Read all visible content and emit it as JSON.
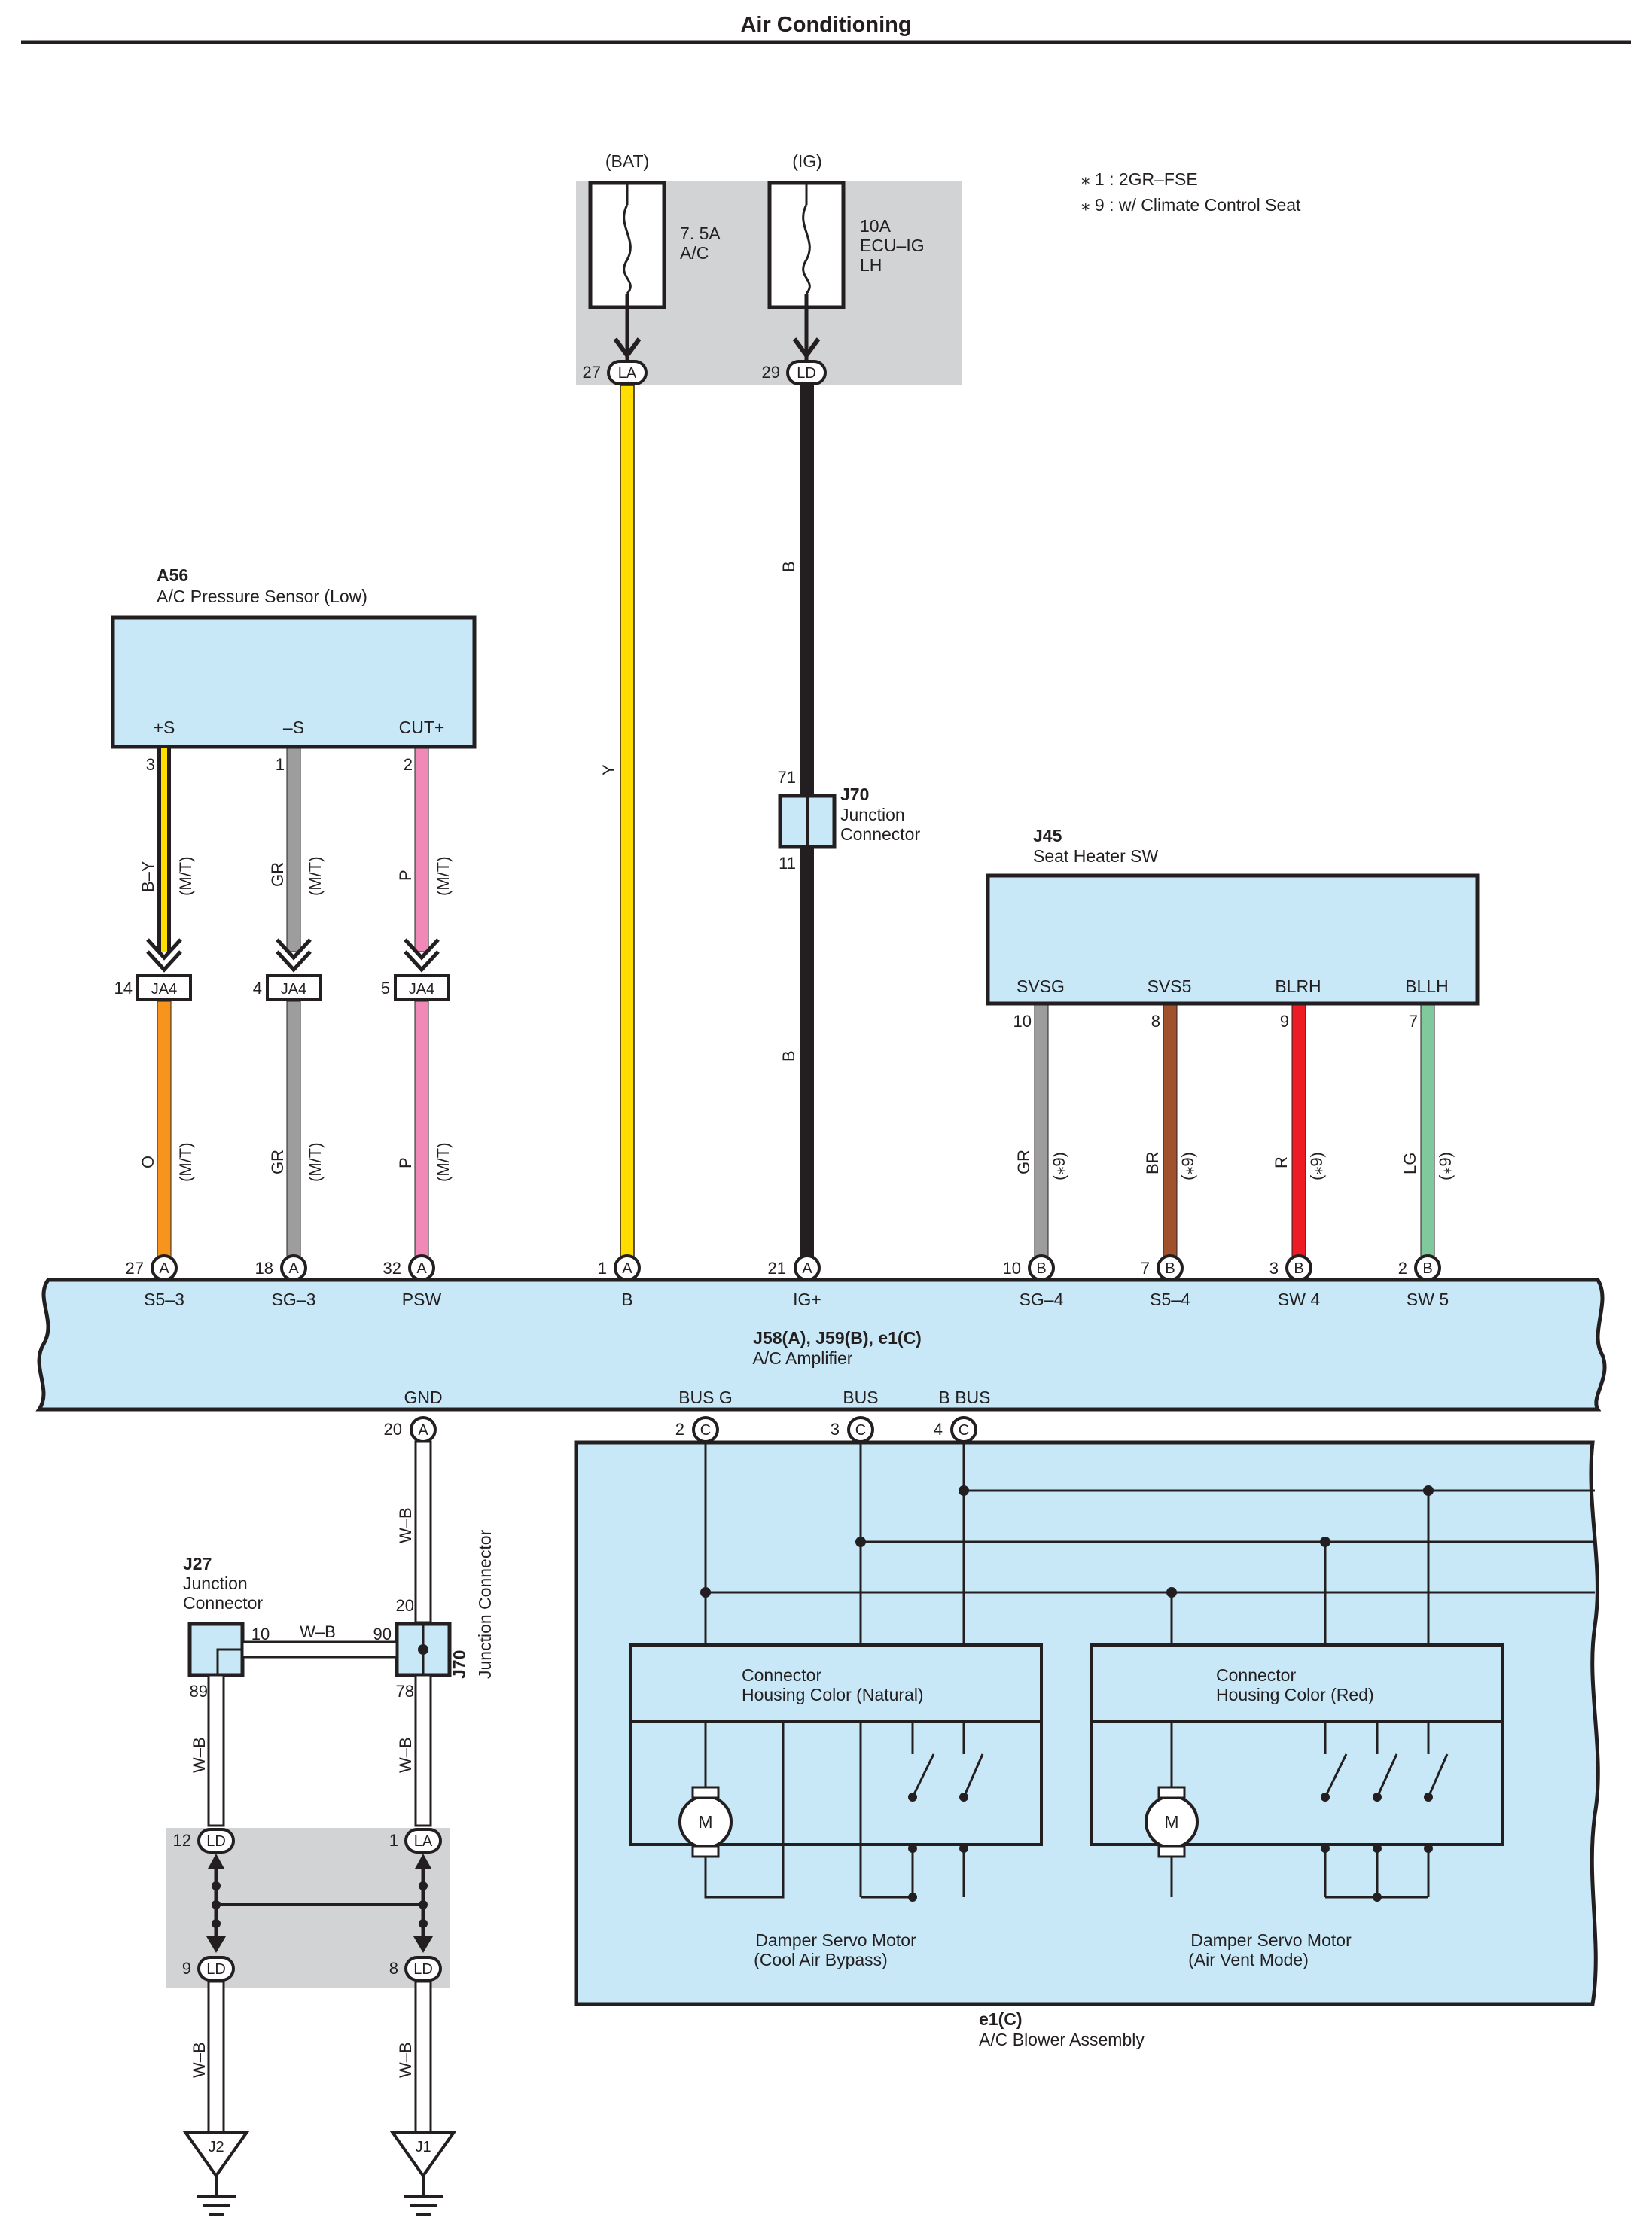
{
  "title": "Air Conditioning",
  "notes": [
    "⁎ 1 : 2GR–FSE",
    "⁎ 9 : w/ Climate Control Seat"
  ],
  "colors": {
    "component_fill": "#c8e8f8",
    "junction_block_fill": "#d1d3d4",
    "wire_Y": "#ffdd00",
    "wire_B": "#231f20",
    "wire_GR": "#9d9d9d",
    "wire_P": "#f088b8",
    "wire_O": "#f7941d",
    "wire_BR": "#a0522d",
    "wire_R": "#ed1c24",
    "wire_LG": "#80c99c",
    "wire_W-B": "#ffffff"
  },
  "fuse_block": {
    "bat_label": "(BAT)",
    "ig_label": "(IG)",
    "fuse1": [
      "7. 5A",
      "A/C"
    ],
    "fuse2": [
      "10A",
      "ECU–IG",
      "LH"
    ],
    "pin1": {
      "num": "27",
      "code": "LA"
    },
    "pin2": {
      "num": "29",
      "code": "LD"
    }
  },
  "a56": {
    "id": "A56",
    "name": "A/C Pressure Sensor (Low)",
    "terminals": [
      "+S",
      "–S",
      "CUT+"
    ],
    "pins": [
      "3",
      "1",
      "2"
    ],
    "wire_colors_top": [
      "B–Y",
      "GR",
      "P"
    ],
    "ja4": {
      "code": "JA4",
      "pins": [
        "14",
        "4",
        "5"
      ]
    },
    "wire_colors_bottom": [
      "O",
      "GR",
      "P"
    ],
    "mt": "(M/T)"
  },
  "wire_y_label": "Y",
  "wire_b_label": "B",
  "j70_top": {
    "id": "J70",
    "name": [
      "Junction",
      "Connector"
    ],
    "pin_in": "71",
    "pin_out": "11"
  },
  "j45": {
    "id": "J45",
    "name": "Seat Heater SW",
    "terminals": [
      "SVSG",
      "SVS5",
      "BLRH",
      "BLLH"
    ],
    "pins": [
      "10",
      "8",
      "9",
      "7"
    ],
    "wire_colors": [
      "GR",
      "BR",
      "R",
      "LG"
    ],
    "note": "(⁎9)"
  },
  "amplifier": {
    "id": "J58(A), J59(B), e1(C)",
    "name": "A/C Amplifier",
    "top_pins": [
      {
        "num": "27",
        "conn": "A",
        "term": "S5–3"
      },
      {
        "num": "18",
        "conn": "A",
        "term": "SG–3"
      },
      {
        "num": "32",
        "conn": "A",
        "term": "PSW"
      },
      {
        "num": "1",
        "conn": "A",
        "term": "B"
      },
      {
        "num": "21",
        "conn": "A",
        "term": "IG+"
      },
      {
        "num": "10",
        "conn": "B",
        "term": "SG–4"
      },
      {
        "num": "7",
        "conn": "B",
        "term": "S5–4"
      },
      {
        "num": "3",
        "conn": "B",
        "term": "SW 4"
      },
      {
        "num": "2",
        "conn": "B",
        "term": "SW 5"
      }
    ],
    "bottom_pins": [
      {
        "num": "20",
        "conn": "A",
        "term": "GND"
      },
      {
        "num": "2",
        "conn": "C",
        "term": "BUS G"
      },
      {
        "num": "3",
        "conn": "C",
        "term": "BUS"
      },
      {
        "num": "4",
        "conn": "C",
        "term": "B BUS"
      }
    ]
  },
  "ground_wire_label": "W–B",
  "j27": {
    "id": "J27",
    "name": [
      "Junction",
      "Connector"
    ],
    "pins": [
      "10",
      "89"
    ]
  },
  "j70_bottom": {
    "id": "J70",
    "name": "Junction Connector",
    "pins": [
      "20",
      "90",
      "78"
    ]
  },
  "junction_block_2": {
    "pins": [
      {
        "num": "12",
        "code": "LD"
      },
      {
        "num": "1",
        "code": "LA"
      },
      {
        "num": "9",
        "code": "LD"
      },
      {
        "num": "8",
        "code": "LD"
      }
    ]
  },
  "grounds": [
    "J2",
    "J1"
  ],
  "blower": {
    "id": "e1(C)",
    "name": "A/C Blower Assembly",
    "connector1": [
      "Connector",
      "Housing Color (Natural)"
    ],
    "connector2": [
      "Connector",
      "Housing Color (Red)"
    ],
    "motor1": [
      "Damper Servo Motor",
      "(Cool Air Bypass)"
    ],
    "motor2": [
      "Damper Servo Motor",
      "(Air Vent Mode)"
    ],
    "motor_symbol": "M"
  }
}
